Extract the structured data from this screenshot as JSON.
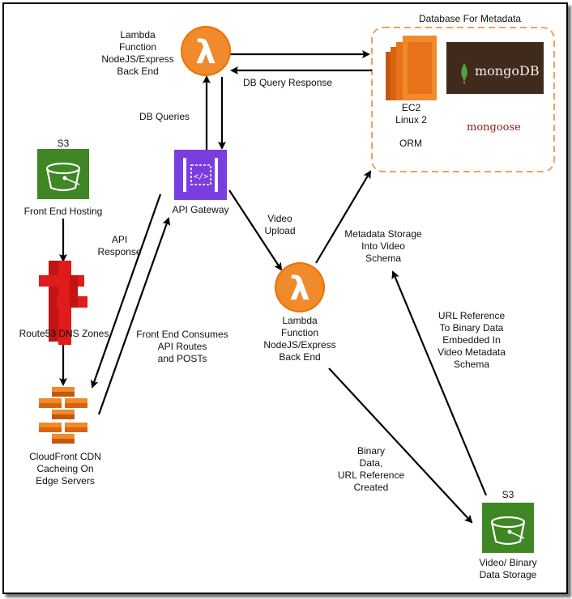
{
  "lambda_top": {
    "lines": [
      "Lambda",
      "Function",
      "NodeJS/Express",
      "Back End"
    ]
  },
  "database_group": {
    "title": "Database For Metadata"
  },
  "ec2": {
    "lines": [
      "EC2",
      "Linux 2"
    ]
  },
  "mongodb": {
    "text": "mongoDB"
  },
  "mongoose": {
    "text": "mongoose"
  },
  "orm": {
    "text": "ORM"
  },
  "edge_db_query_response": {
    "text": "DB Query Response"
  },
  "edge_db_queries": {
    "text": "DB Queries"
  },
  "s3_front": {
    "title": "S3",
    "label": "Front End Hosting"
  },
  "api_gateway": {
    "label": "API Gateway"
  },
  "edge_api_response": {
    "lines": [
      "API",
      "Response"
    ]
  },
  "edge_video_upload": {
    "lines": [
      "Video",
      "Upload"
    ]
  },
  "edge_metadata_storage": {
    "lines": [
      "Metadata Storage",
      "Into Video",
      "Schema"
    ]
  },
  "route53": {
    "label": "Route53 DNS Zones"
  },
  "edge_front_end_consumes": {
    "lines": [
      "Front End Consumes",
      "API Routes",
      "and POSTs"
    ]
  },
  "lambda_mid": {
    "lines": [
      "Lambda",
      "Function",
      "NodeJS/Express",
      "Back End"
    ]
  },
  "edge_url_reference": {
    "lines": [
      "URL Reference",
      "To Binary Data",
      "Embedded In",
      "Video Metadata",
      "Schema"
    ]
  },
  "cloudfront": {
    "lines": [
      "CloudFront CDN",
      "Cacheing On",
      "Edge Servers"
    ]
  },
  "edge_binary_data": {
    "lines": [
      "Binary",
      "Data,",
      "URL Reference",
      "Created"
    ]
  },
  "s3_storage": {
    "title": "S3",
    "lines": [
      "Video/ Binary",
      "Data Storage"
    ]
  },
  "colors": {
    "lambda": "#ed7100",
    "s3": "#3f8624",
    "api_gateway": "#7a3ee0",
    "ec2": "#e8731b",
    "route53": "#e01b1b",
    "cloudfront": "#e8731b",
    "mongodb_bg": "#3f2a1c",
    "mongoose": "#8b1a1a",
    "db_border": "#f0a060"
  }
}
